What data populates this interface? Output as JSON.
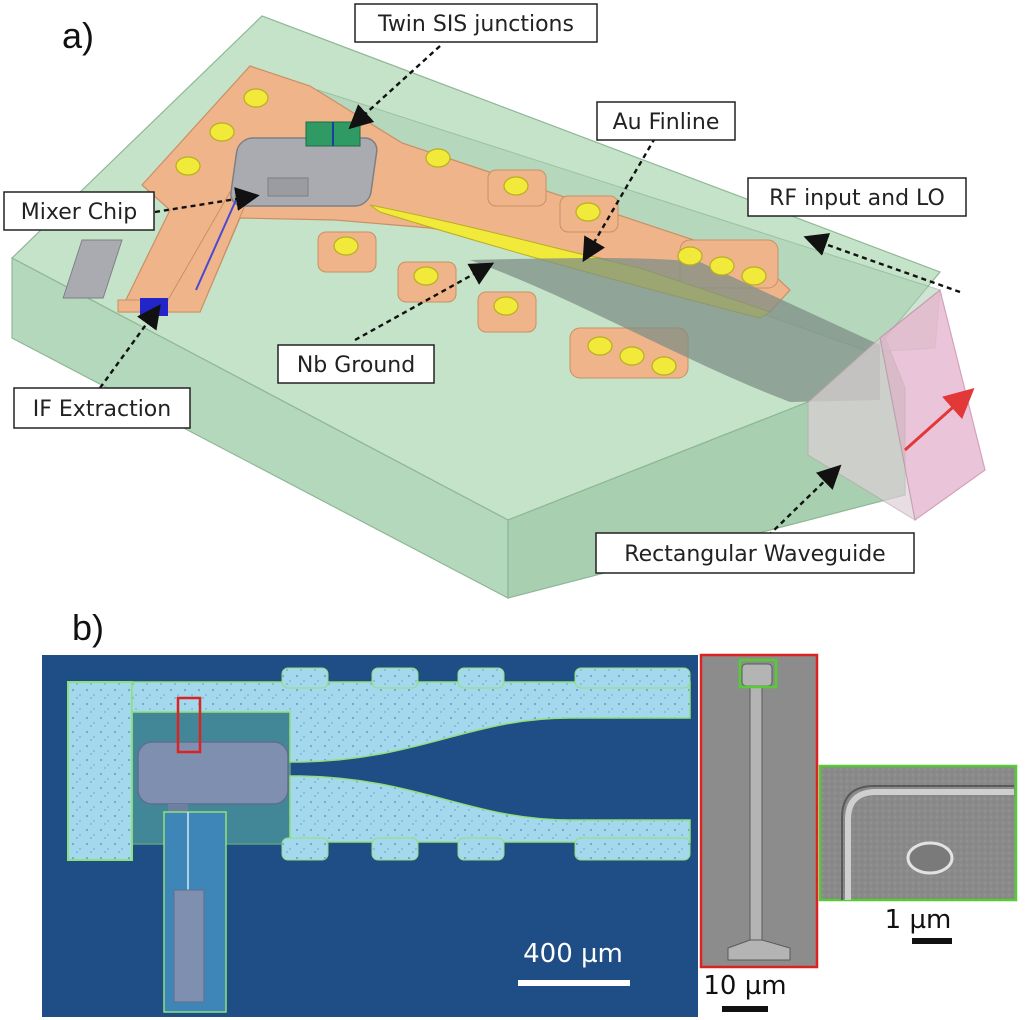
{
  "panels": {
    "a": {
      "label": "a)"
    },
    "b": {
      "label": "b)"
    }
  },
  "callouts": {
    "twin_sis": "Twin SIS junctions",
    "au_finline": "Au Finline",
    "mixer_chip": "Mixer Chip",
    "rf_input": "RF input and LO",
    "nb_ground": "Nb Ground",
    "if_extraction": "IF Extraction",
    "rect_waveguide": "Rectangular Waveguide"
  },
  "scale_bars": {
    "optical": "400 µm",
    "sem_junction": "10 µm",
    "sem_detail": "1 µm"
  },
  "colors": {
    "block_green": "#bfe0c5",
    "substrate_orange": "#f0b48a",
    "gold_pad": "#f2ea3a",
    "chip_grey": "#a9abb0",
    "junction_green": "#2f9a64",
    "waveguide_pink": "#e6b6cf",
    "arrow_red": "#e23838",
    "photo_blue": "#1f4e86",
    "metal_cyan": "#9fd3e8",
    "frame_red": "#dd2222",
    "frame_green": "#55cc33"
  }
}
